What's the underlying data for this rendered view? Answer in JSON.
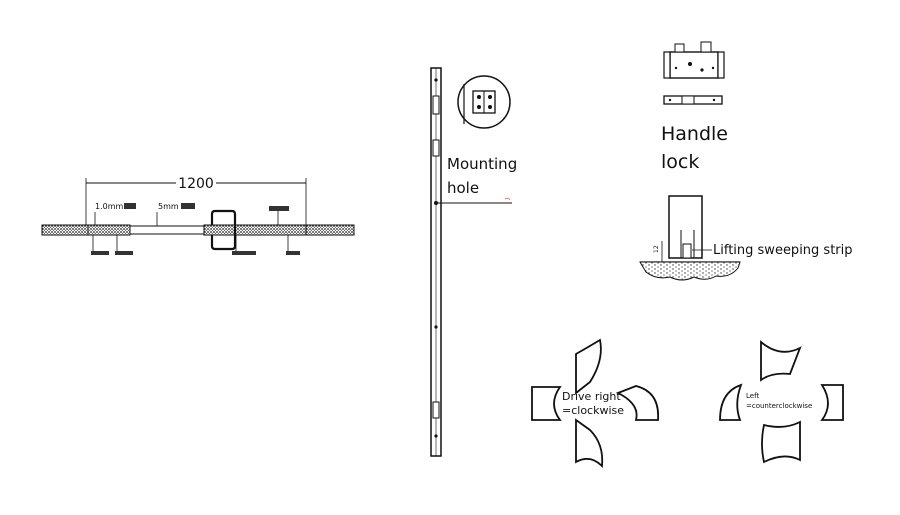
{
  "plan": {
    "dimension": "1200",
    "gap_label": "1.0mm",
    "width_label": "5mm"
  },
  "frame": {
    "mounting_hole_label_line1": "Mounting",
    "mounting_hole_label_line2": "hole"
  },
  "lock": {
    "label_line1": "Handle",
    "label_line2": "lock"
  },
  "sweep": {
    "label": "Lifting sweeping strip",
    "gap_value": "12"
  },
  "rotation": {
    "right_line1": "Drive right",
    "right_line2": "=clockwise",
    "left_line1": "Left",
    "left_line2": "=counterclockwise"
  },
  "colors": {
    "line": "#111111",
    "hatch": "#333333",
    "background": "#ffffff"
  }
}
